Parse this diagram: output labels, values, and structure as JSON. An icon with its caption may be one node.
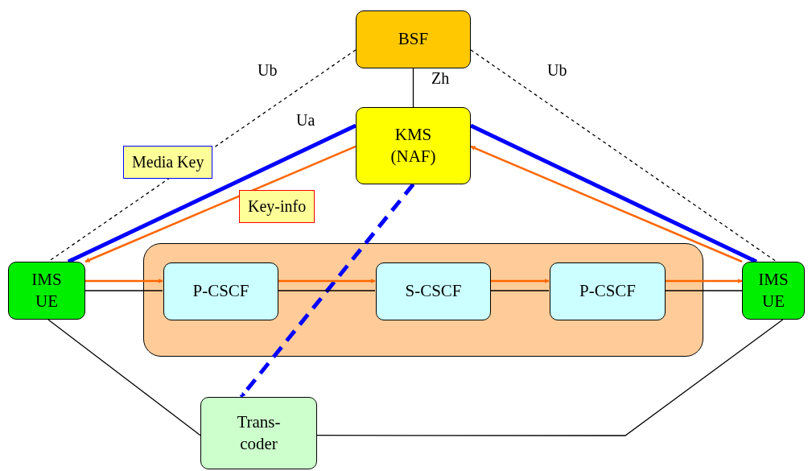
{
  "diagram": {
    "nodes": [
      {
        "text": [
          "BSF"
        ]
      },
      {
        "text": [
          "KMS (NAF)"
        ]
      },
      {
        "text": [],
        "shape": "box"
      },
      {
        "text": [
          "IMS UE"
        ]
      },
      {
        "text": [
          "P-CSCF"
        ],
        "in": 2
      },
      {
        "text": [
          "S-CSCF"
        ],
        "in": 2
      },
      {
        "text": [
          "P-CSCF"
        ],
        "in": 2
      },
      {
        "text": [
          "IMS UE"
        ]
      },
      {
        "text": [
          "Trans- coder"
        ]
      }
    ],
    "edges": [
      {
        "from": 0,
        "to": 3,
        "arrow": "none",
        "style": "dashed",
        "label": "Ub"
      },
      {
        "from": 0,
        "to": 7,
        "arrow": "none",
        "style": "dashed",
        "label": "Ub"
      },
      {
        "from": 0,
        "to": 1,
        "arrow": "none",
        "label": "Zh"
      },
      {
        "from": 1,
        "to": 3,
        "arrow": "to",
        "style": "thick",
        "color": "#0000ff",
        "label": "Media Key"
      },
      {
        "from": 1,
        "to": 3,
        "arrow": "to",
        "color": "#ff6600",
        "label": "Key-info"
      },
      {
        "from": 7,
        "to": 1,
        "arrow": "to",
        "color": "#ff6600"
      },
      {
        "from": 1,
        "to": 7,
        "arrow": "to",
        "style": "thick",
        "color": "#0000ff"
      },
      {
        "from": 1,
        "to": 8,
        "arrow": "to",
        "style": "dashed",
        "color": "#0000ff"
      },
      {
        "from": 3,
        "to": 4,
        "arrow": "to",
        "color": "#ff6600"
      },
      {
        "from": 4,
        "to": 5,
        "arrow": "to",
        "color": "#ff6600"
      },
      {
        "from": 5,
        "to": 6,
        "arrow": "to",
        "color": "#ff6600"
      },
      {
        "from": 6,
        "to": 7,
        "arrow": "to",
        "color": "#ff6600"
      },
      {
        "from": 3,
        "to": 4,
        "arrow": "none"
      },
      {
        "from": 4,
        "to": 5,
        "arrow": "none"
      },
      {
        "from": 5,
        "to": 6,
        "arrow": "none"
      },
      {
        "from": 6,
        "to": 7,
        "arrow": "none"
      },
      {
        "from": 3,
        "to": 8,
        "arrow": "none"
      },
      {
        "from": 8,
        "to": 7,
        "arrow": "none"
      }
    ],
    "labels": [
      "Ua"
    ]
  }
}
